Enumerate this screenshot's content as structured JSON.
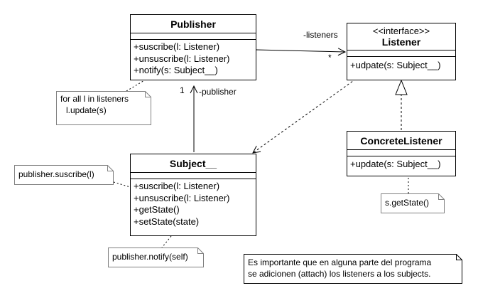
{
  "classes": {
    "publisher": {
      "name": "Publisher",
      "operations": [
        "+suscribe(l: Listener)",
        "+unsuscribe(l: Listener)",
        "+notify(s: Subject__)"
      ]
    },
    "listener": {
      "stereotype": "<<interface>>",
      "name": "Listener",
      "operations": [
        "+udpate(s: Subject__)"
      ]
    },
    "subject": {
      "name": "Subject__",
      "operations": [
        "+suscribe(l: Listener)",
        "+unsuscribe(l: Listener)",
        "+getState()",
        "+setState(state)"
      ]
    },
    "concrete_listener": {
      "name": "ConcreteListener",
      "operations": [
        "+update(s: Subject__)"
      ]
    }
  },
  "associations": {
    "listeners_role": "-listeners",
    "listeners_multiplicity": "*",
    "publisher_role": "-publisher",
    "publisher_multiplicity": "1"
  },
  "notes": {
    "notify_loop": [
      "for all l in listeners",
      "l.update(s)"
    ],
    "subscribe_call": "publisher.suscribe(l)",
    "notify_call": "publisher.notify(self)",
    "get_state_call": "s.getState()",
    "attach_reminder": [
      "Es importante que en alguna parte del programa",
      "se adicionen (attach) los listeners a los subjects."
    ]
  }
}
